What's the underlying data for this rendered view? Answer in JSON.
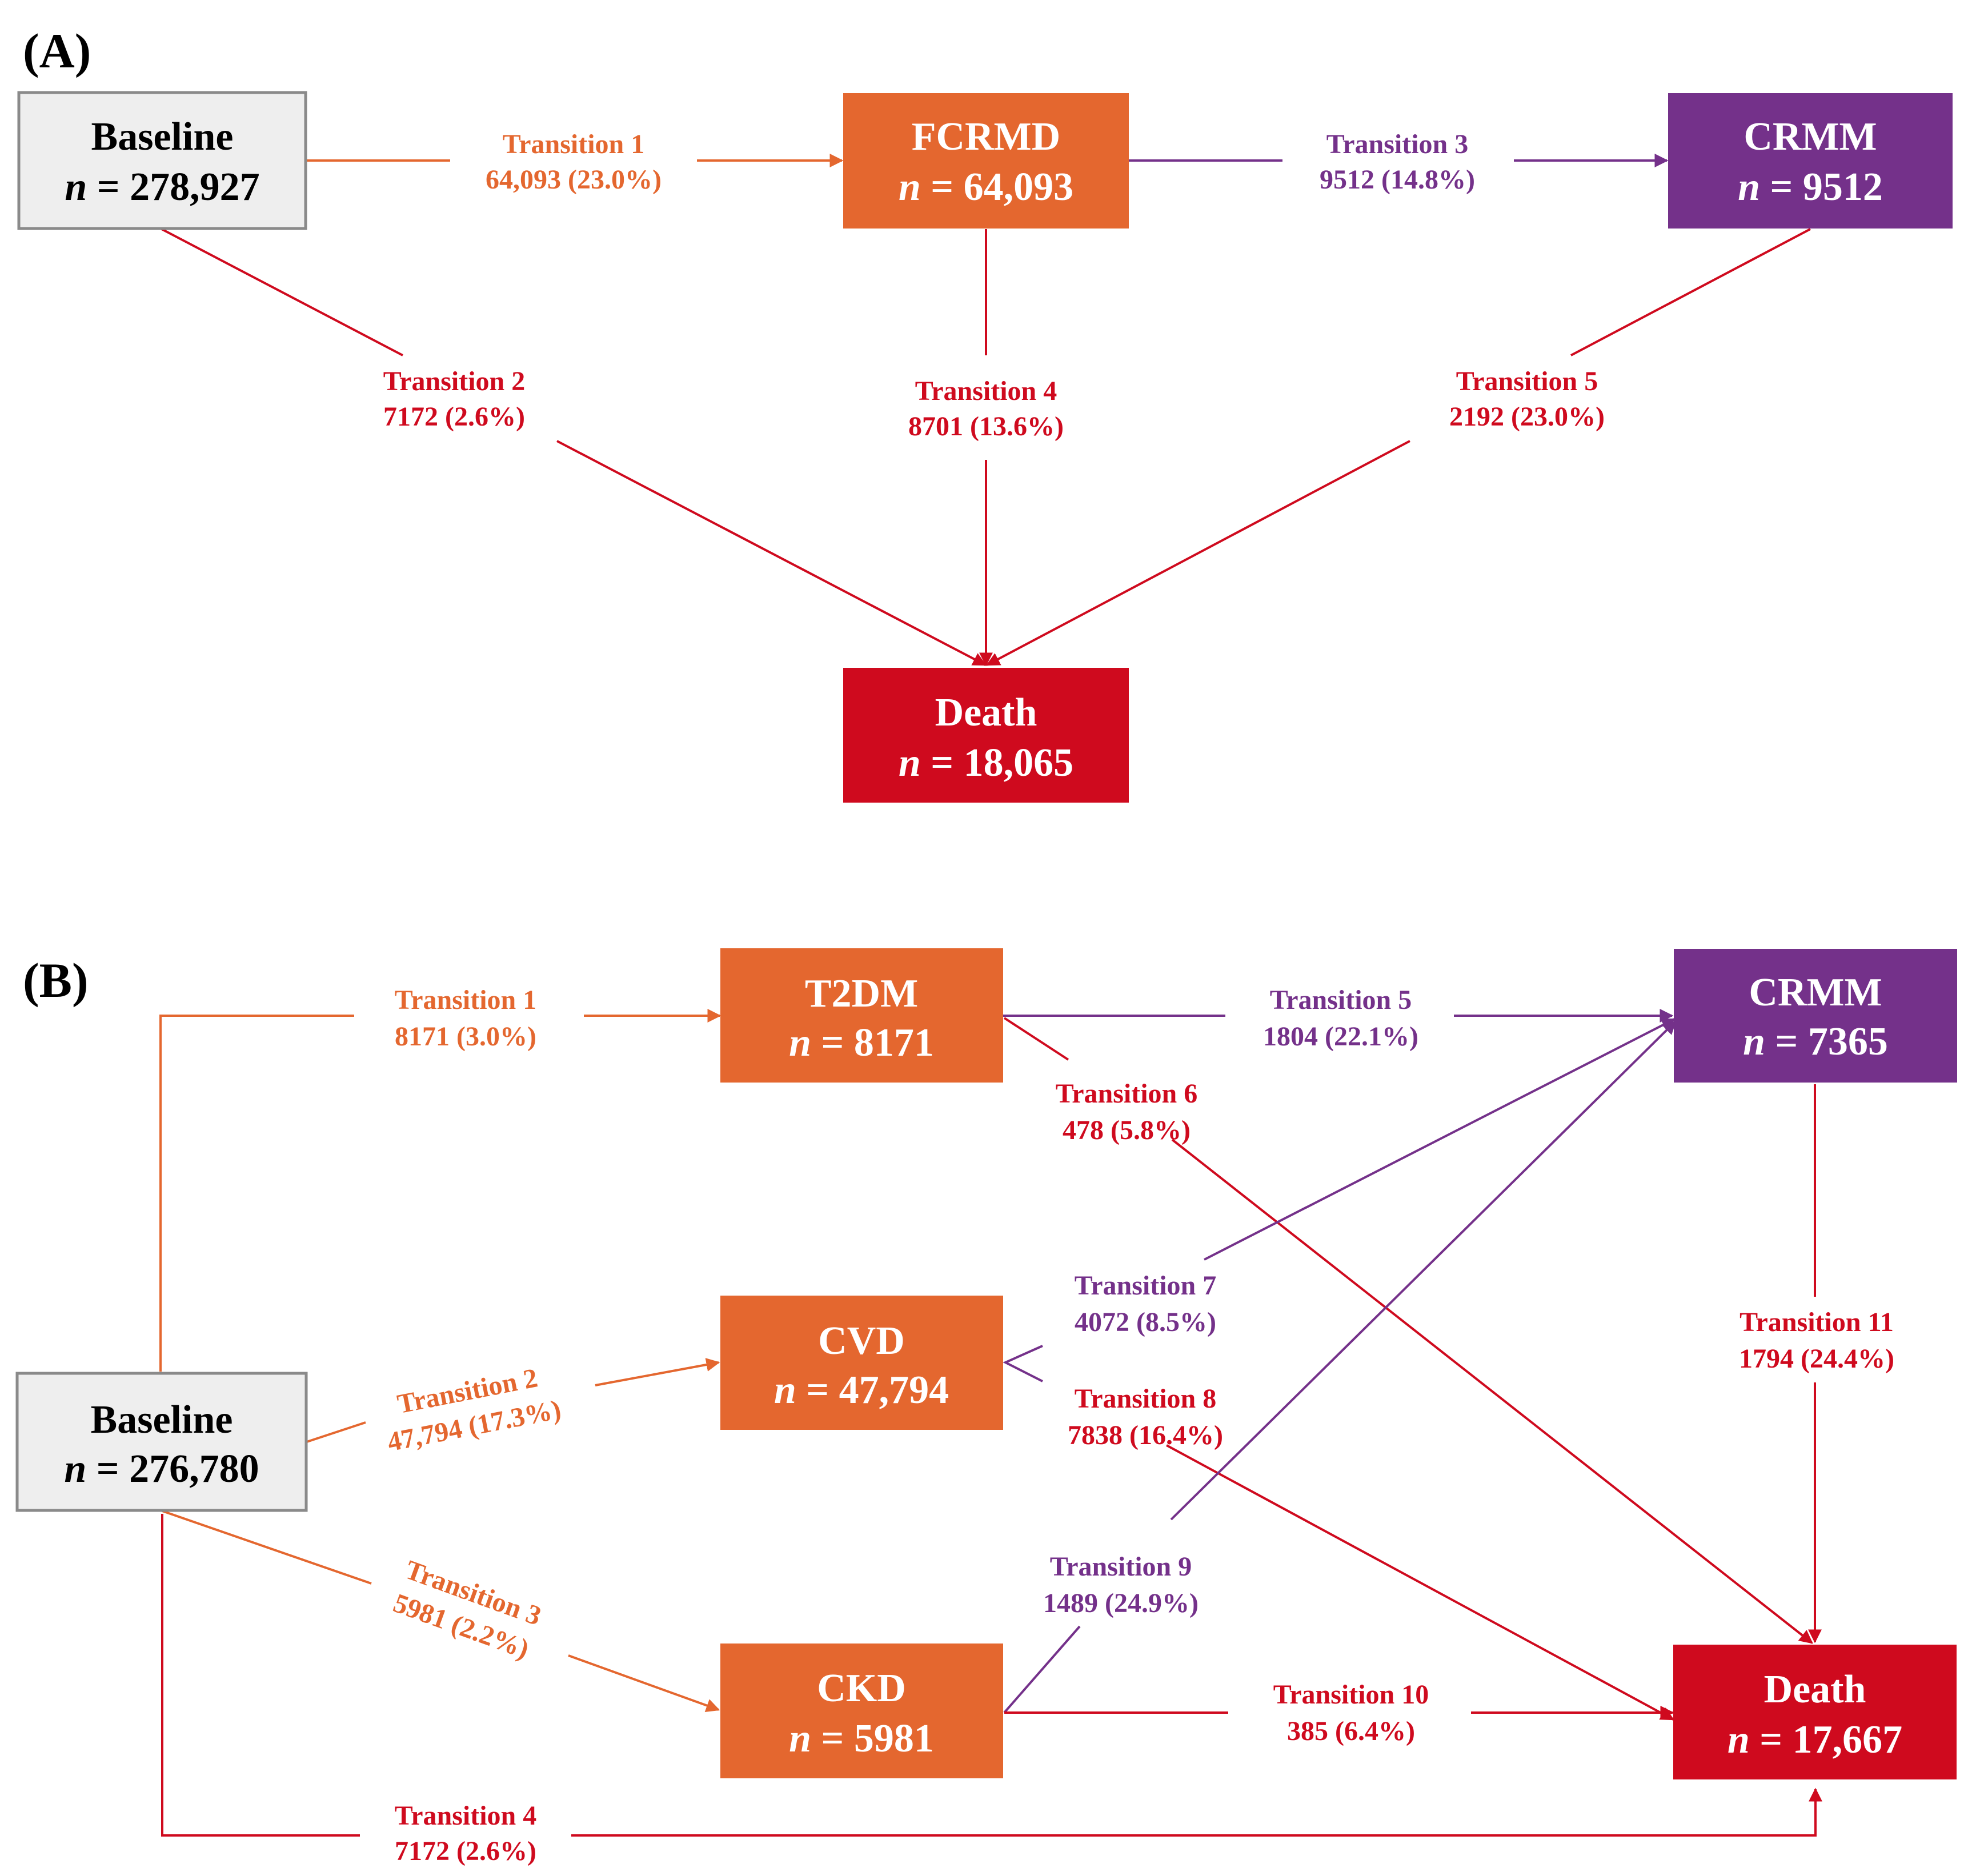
{
  "colors": {
    "orange": "#e4672f",
    "purple": "#74318a",
    "red": "#cf0a1e",
    "baseline_fill": "#eeeeee",
    "baseline_stroke": "#8a8a8a"
  },
  "panel_a": {
    "label": "(A)",
    "nodes": {
      "baseline": {
        "title": "Baseline",
        "n_prefix": "n",
        "n_value": " = 278,927"
      },
      "fcrmd": {
        "title": "FCRMD",
        "n_prefix": "n",
        "n_value": " = 64,093"
      },
      "crmm": {
        "title": "CRMM",
        "n_prefix": "n",
        "n_value": " = 9512"
      },
      "death": {
        "title": "Death",
        "n_prefix": "n",
        "n_value": " = 18,065"
      }
    },
    "transitions": [
      {
        "name": "Transition 1",
        "count": "64,093 (23.0%)"
      },
      {
        "name": "Transition 2",
        "count": "7172 (2.6%)"
      },
      {
        "name": "Transition 3",
        "count": "9512 (14.8%)"
      },
      {
        "name": "Transition 4",
        "count": "8701 (13.6%)"
      },
      {
        "name": "Transition 5",
        "count": "2192 (23.0%)"
      }
    ]
  },
  "panel_b": {
    "label": "(B)",
    "nodes": {
      "baseline": {
        "title": "Baseline",
        "n_prefix": "n",
        "n_value": " = 276,780"
      },
      "t2dm": {
        "title": "T2DM",
        "n_prefix": "n",
        "n_value": " = 8171"
      },
      "cvd": {
        "title": "CVD",
        "n_prefix": "n",
        "n_value": " = 47,794"
      },
      "ckd": {
        "title": "CKD",
        "n_prefix": "n",
        "n_value": " = 5981"
      },
      "crmm": {
        "title": "CRMM",
        "n_prefix": "n",
        "n_value": " = 7365"
      },
      "death": {
        "title": "Death",
        "n_prefix": "n",
        "n_value": " = 17,667"
      }
    },
    "transitions": [
      {
        "name": "Transition 1",
        "count": "8171 (3.0%)"
      },
      {
        "name": "Transition 2",
        "count": "47,794 (17.3%)"
      },
      {
        "name": "Transition 3",
        "count": "5981 (2.2%)"
      },
      {
        "name": "Transition 4",
        "count": "7172 (2.6%)"
      },
      {
        "name": "Transition 5",
        "count": "1804 (22.1%)"
      },
      {
        "name": "Transition 6",
        "count": "478 (5.8%)"
      },
      {
        "name": "Transition 7",
        "count": "4072 (8.5%)"
      },
      {
        "name": "Transition 8",
        "count": "7838 (16.4%)"
      },
      {
        "name": "Transition 9",
        "count": "1489 (24.9%)"
      },
      {
        "name": "Transition 10",
        "count": "385 (6.4%)"
      },
      {
        "name": "Transition 11",
        "count": "1794 (24.4%)"
      }
    ]
  }
}
